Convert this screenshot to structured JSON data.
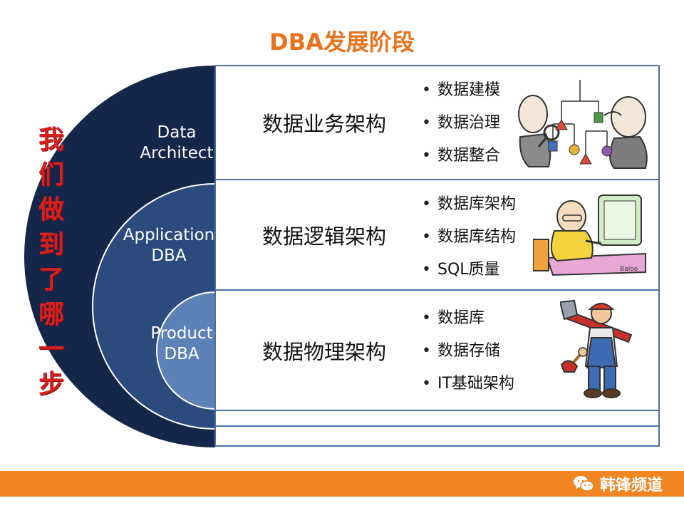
{
  "title": "DBA发展阶段",
  "side_caption": "我们做到了哪一步",
  "circles": [
    {
      "label": "Data\nArchitect"
    },
    {
      "label": "Application\nDBA"
    },
    {
      "label": "Product\nDBA"
    }
  ],
  "rows": [
    {
      "title": "数据业务架构",
      "bullets": [
        "数据建模",
        "数据治理",
        "数据整合"
      ],
      "icon": "engineers-with-mobile-icon"
    },
    {
      "title": "数据逻辑架构",
      "bullets": [
        "数据库架构",
        "数据库结构",
        "SQL质量"
      ],
      "icon": "programmer-at-computer-icon"
    },
    {
      "title": "数据物理架构",
      "bullets": [
        "数据库",
        "数据存储",
        "IT基础架构"
      ],
      "icon": "plumber-with-wrench-icon"
    }
  ],
  "footer": {
    "brand": "韩锋频道",
    "brand_icon": "wechat-icon"
  },
  "colors": {
    "title": "#e8731c",
    "caption": "#d61f1f",
    "outer_circle": "#14264a",
    "middle_circle": "#2b4a7e",
    "inner_circle": "#5d82b8",
    "table_border": "#4b6ea6",
    "footer": "#f08522"
  }
}
